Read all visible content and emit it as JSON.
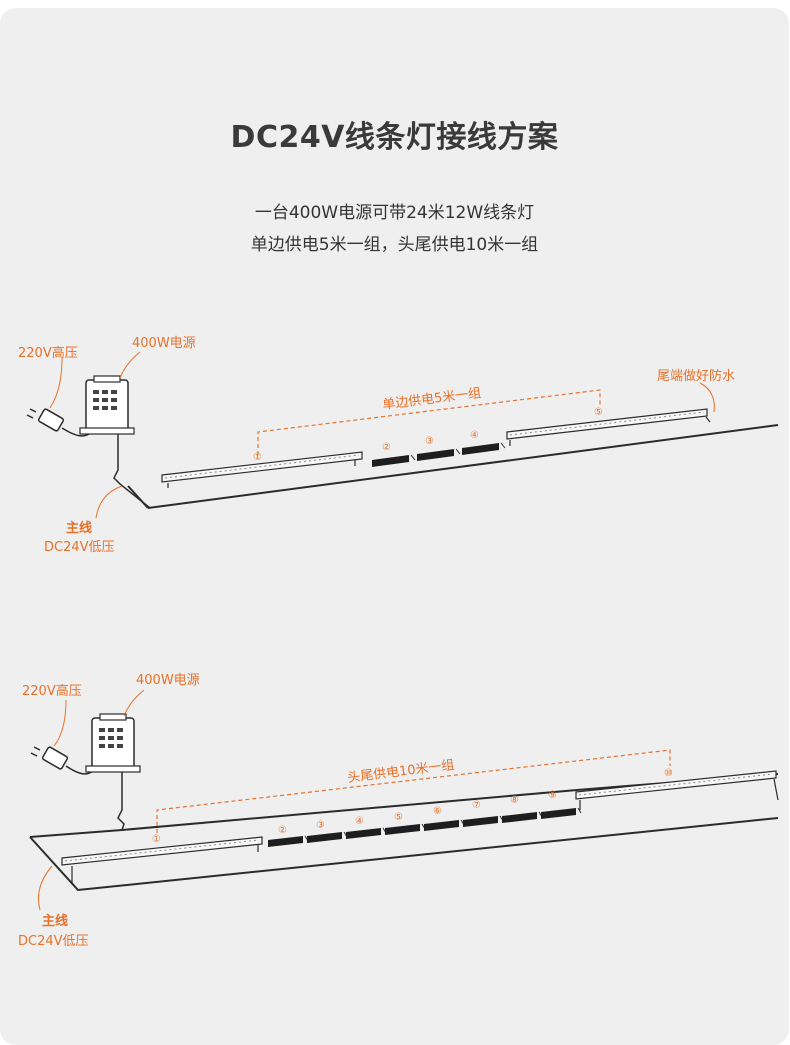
{
  "title": "DC24V线条灯接线方案",
  "subtitle_line1": "一台400W电源可带24米12W线条灯",
  "subtitle_line2": "单边供电5米一组，头尾供电10米一组",
  "colors": {
    "accent": "#e8712a",
    "line": "#2b2b2b",
    "background": "#efefef"
  },
  "diagram1": {
    "label_220v": "220V高压",
    "label_psu": "400W电源",
    "label_group": "单边供电5米一组",
    "label_end": "尾端做好防水",
    "label_main": "主线",
    "label_dc": "DC24V低压",
    "numbers": [
      "①",
      "②",
      "③",
      "④",
      "⑤"
    ]
  },
  "diagram2": {
    "label_220v": "220V高压",
    "label_psu": "400W电源",
    "label_group": "头尾供电10米一组",
    "label_main": "主线",
    "label_dc": "DC24V低压",
    "numbers": [
      "①",
      "②",
      "③",
      "④",
      "⑤",
      "⑥",
      "⑦",
      "⑧",
      "⑨",
      "⑩"
    ]
  }
}
